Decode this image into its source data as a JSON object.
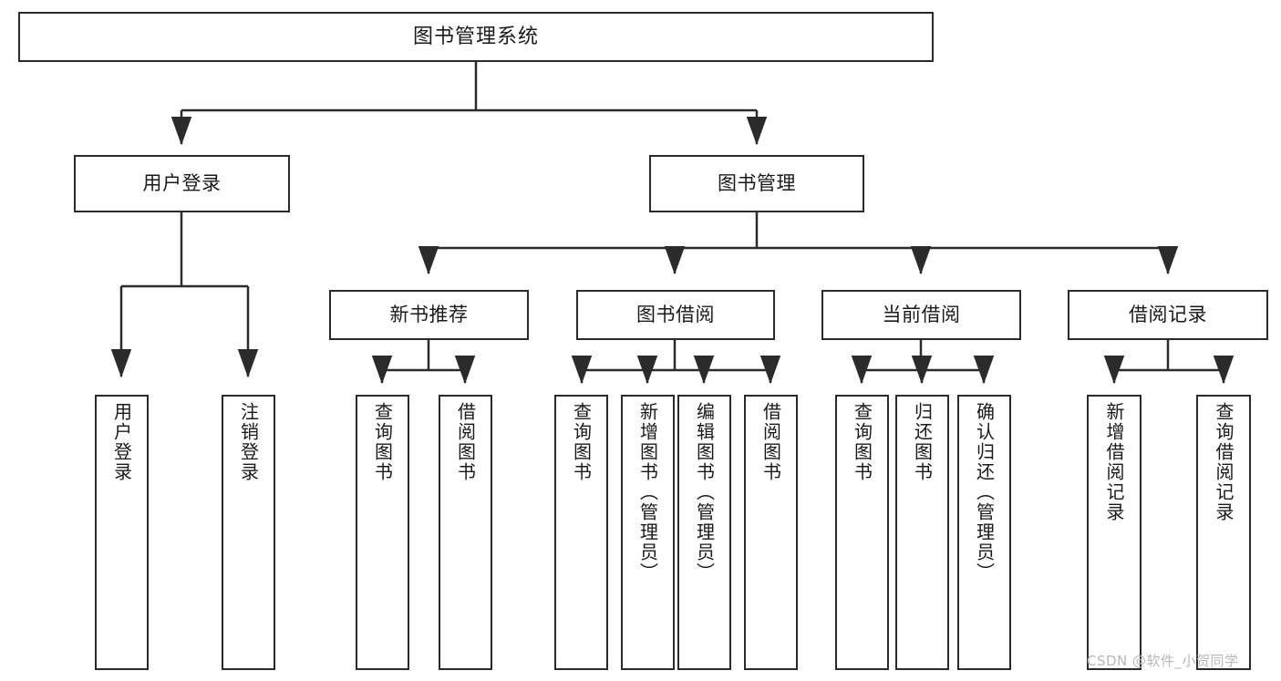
{
  "diagram": {
    "type": "tree",
    "title": "图书管理系统",
    "watermark": "CSDN @软件_小贺同学",
    "colors": {
      "stroke": "#2b2b2b",
      "fill": "#ffffff",
      "text": "#1a1a1a",
      "watermark": "#b8b8b8"
    },
    "nodes": {
      "root": {
        "label": "图书管理系统"
      },
      "level2": [
        {
          "id": "user-login",
          "label": "用户登录"
        },
        {
          "id": "book-manage",
          "label": "图书管理"
        }
      ],
      "level3": [
        {
          "id": "new-book-recommend",
          "label": "新书推荐"
        },
        {
          "id": "book-borrow",
          "label": "图书借阅"
        },
        {
          "id": "current-borrow",
          "label": "当前借阅"
        },
        {
          "id": "borrow-record",
          "label": "借阅记录"
        }
      ],
      "leaves": [
        {
          "id": "leaf-user-login",
          "label": "用户登录",
          "parent": "user-login"
        },
        {
          "id": "leaf-logout-login",
          "label": "注销登录",
          "parent": "user-login"
        },
        {
          "id": "leaf-query-book-1",
          "label": "查询图书",
          "parent": "new-book-recommend"
        },
        {
          "id": "leaf-borrow-book-1",
          "label": "借阅图书",
          "parent": "new-book-recommend"
        },
        {
          "id": "leaf-query-book-2",
          "label": "查询图书",
          "parent": "book-borrow"
        },
        {
          "id": "leaf-add-book",
          "label": "新增图书（管理员）",
          "parent": "book-borrow"
        },
        {
          "id": "leaf-edit-book",
          "label": "编辑图书（管理员）",
          "parent": "book-borrow"
        },
        {
          "id": "leaf-borrow-book-2",
          "label": "借阅图书",
          "parent": "book-borrow"
        },
        {
          "id": "leaf-query-book-3",
          "label": "查询图书",
          "parent": "current-borrow"
        },
        {
          "id": "leaf-return-book",
          "label": "归还图书",
          "parent": "current-borrow"
        },
        {
          "id": "leaf-confirm-return",
          "label": "确认归还（管理员）",
          "parent": "current-borrow"
        },
        {
          "id": "leaf-add-record",
          "label": "新增借阅记录",
          "parent": "borrow-record"
        },
        {
          "id": "leaf-query-record",
          "label": "查询借阅记录",
          "parent": "borrow-record"
        }
      ]
    }
  }
}
